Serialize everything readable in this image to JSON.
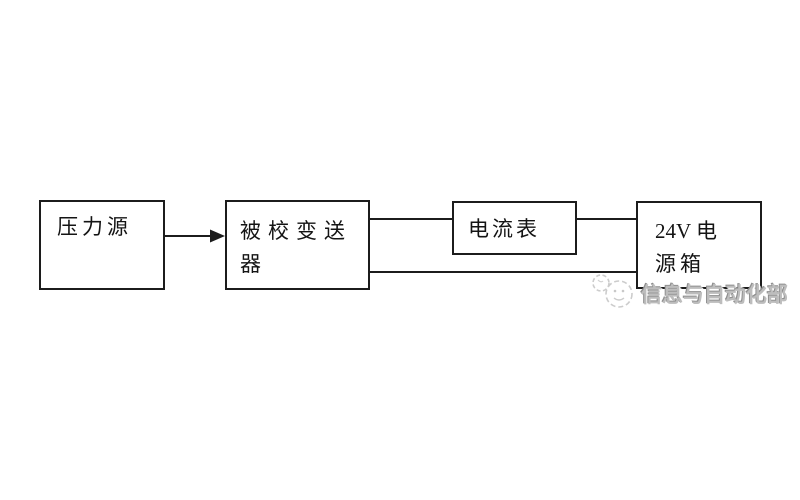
{
  "diagram": {
    "background_color": "#ffffff",
    "line_color": "#1c1c1c",
    "text_color": "#141414",
    "nodes": {
      "pressure_source": {
        "label": "压力源"
      },
      "transmitter": {
        "line1": "被校变送",
        "line2": "器",
        "full_label": "被校变送器"
      },
      "ammeter": {
        "label": "电流表"
      },
      "power_box": {
        "line1_left": "24V",
        "line1_right": "电",
        "line2": "源箱",
        "full_label": "24V 电源箱"
      }
    },
    "connections": [
      {
        "from": "压力源",
        "to": "被校变送器",
        "type": "arrow"
      },
      {
        "from": "被校变送器",
        "to": "电流表",
        "type": "line"
      },
      {
        "from": "电流表",
        "to": "24V 电源箱",
        "type": "line"
      },
      {
        "from": "被校变送器",
        "to": "24V 电源箱",
        "type": "line"
      }
    ],
    "watermark": {
      "text": "信息与自动化部",
      "color": "#bdbdbd",
      "logo": "doodle-logo-icon"
    }
  }
}
